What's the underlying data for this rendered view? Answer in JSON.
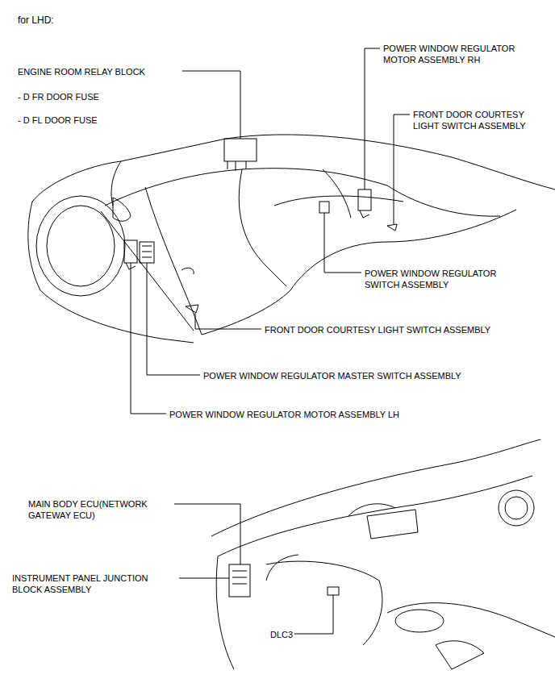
{
  "diagram": {
    "title": "for LHD:",
    "labels": [
      "ENGINE ROOM RELAY BLOCK",
      "- D FR DOOR FUSE",
      "- D FL DOOR FUSE",
      "POWER WINDOW REGULATOR MOTOR ASSEMBLY RH",
      "FRONT DOOR COURTESY LIGHT SWITCH ASSEMBLY",
      "POWER WINDOW REGULATOR SWITCH ASSEMBLY",
      "FRONT DOOR COURTESY LIGHT SWITCH ASSEMBLY",
      "POWER WINDOW REGULATOR MASTER SWITCH ASSEMBLY",
      "POWER WINDOW REGULATOR MOTOR ASSEMBLY LH",
      "MAIN BODY ECU(NETWORK GATEWAY ECU)",
      "INSTRUMENT PANEL JUNCTION BLOCK ASSEMBLY",
      "DLC3"
    ]
  }
}
